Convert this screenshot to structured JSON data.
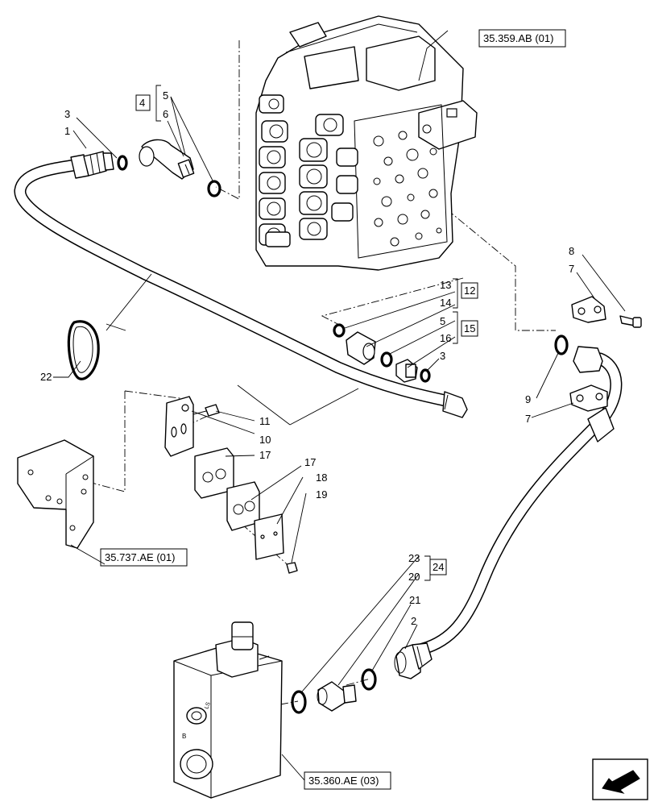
{
  "callouts": {
    "c1": "1",
    "c2": "2",
    "c3a": "3",
    "c3b": "3",
    "c5a": "5",
    "c5b": "5",
    "c6": "6",
    "c7a": "7",
    "c7b": "7",
    "c8": "8",
    "c9": "9",
    "c10": "10",
    "c11": "11",
    "c13": "13",
    "c14": "14",
    "c16": "16",
    "c17a": "17",
    "c17b": "17",
    "c18": "18",
    "c19": "19",
    "c20": "20",
    "c21": "21",
    "c22": "22",
    "c23": "23"
  },
  "kits": {
    "k4": "4",
    "k12": "12",
    "k15": "15",
    "k24": "24"
  },
  "references": {
    "valve_block": "35.359.AB (01)",
    "bracket": "35.737.AE (01)",
    "valve": "35.360.AE (03)"
  }
}
